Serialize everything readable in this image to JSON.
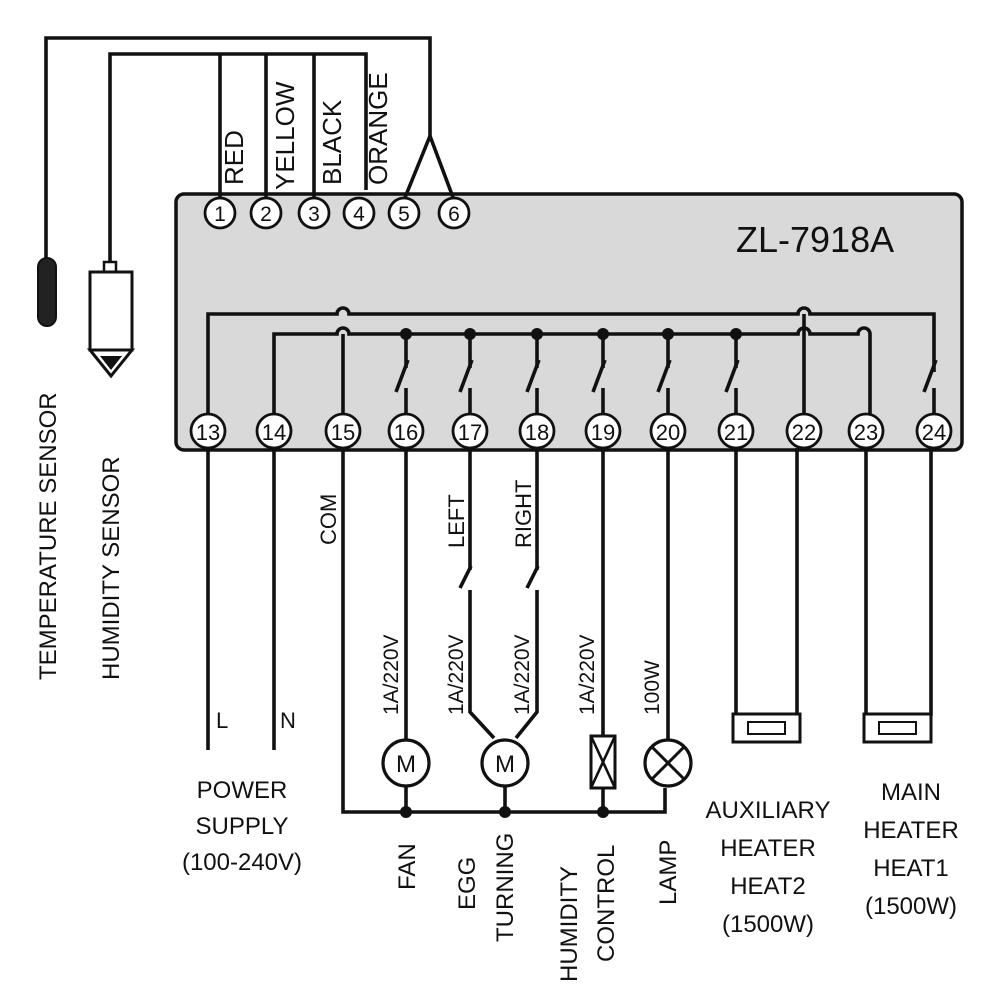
{
  "model": "ZL-7918A",
  "top_terminals": [
    "1",
    "2",
    "3",
    "4",
    "5",
    "6"
  ],
  "bottom_terminals": [
    "13",
    "14",
    "15",
    "16",
    "17",
    "18",
    "19",
    "20",
    "21",
    "22",
    "23",
    "24"
  ],
  "wire_colors": [
    "RED",
    "YELLOW",
    "BLACK",
    "ORANGE"
  ],
  "sensors": {
    "temperature": "TEMPERATURE SENSOR",
    "humidity": "HUMIDITY SENSOR"
  },
  "power": {
    "l": "L",
    "n": "N",
    "title": [
      "POWER",
      "SUPPLY",
      "(100-240V)"
    ]
  },
  "com": "COM",
  "egg_switches": {
    "left": "LEFT",
    "right": "RIGHT"
  },
  "ratings": {
    "fan": "1A/220V",
    "egg_left": "1A/220V",
    "egg_right": "1A/220V",
    "humidity": "1A/220V",
    "lamp": "100W"
  },
  "loads": {
    "fan": "FAN",
    "egg": [
      "EGG",
      "TURNING"
    ],
    "humidity": [
      "HUMIDITY",
      "CONTROL"
    ],
    "lamp": "LAMP",
    "aux_heater": [
      "AUXILIARY",
      "HEATER",
      "HEAT2",
      "(1500W)"
    ],
    "main_heater": [
      "MAIN",
      "HEATER",
      "HEAT1",
      "(1500W)"
    ]
  },
  "motor_symbol": "M"
}
